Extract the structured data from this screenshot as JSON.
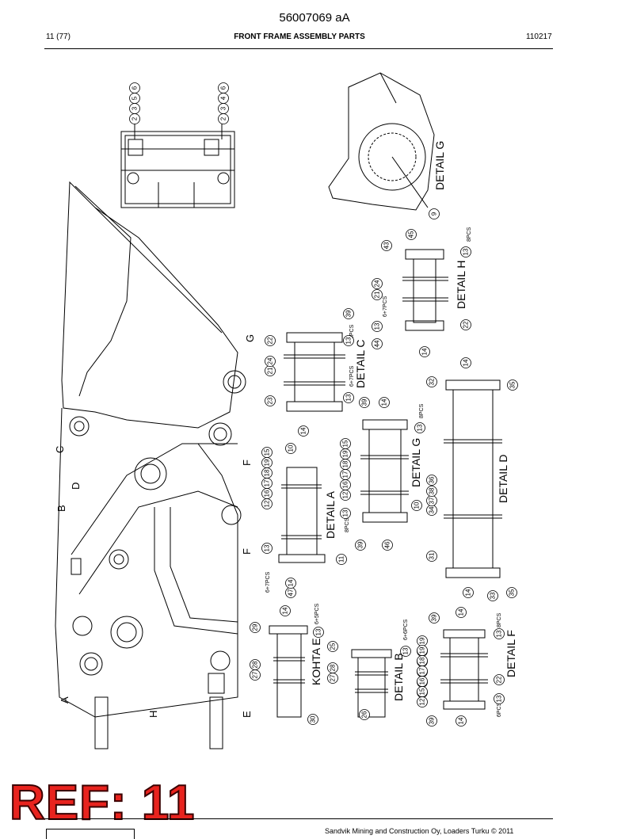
{
  "header": {
    "doc_number": "56007069 aA",
    "page_count": "11 (77)",
    "title": "FRONT FRAME ASSEMBLY PARTS",
    "date_code": "110217"
  },
  "ref_stamp": "REF: 11",
  "footer": {
    "copyright": "Sandvik Mining and Construction Oy, Loaders Turku © 2011"
  },
  "views": {
    "main_letters": [
      "A",
      "B",
      "C",
      "D",
      "E",
      "F",
      "G",
      "H",
      "F"
    ],
    "top_left_callouts": [
      "2",
      "3",
      "5",
      "6"
    ],
    "top_right_callouts": [
      "2",
      "3",
      "4",
      "6"
    ],
    "detail_g_top": {
      "title": "DETAIL G",
      "callouts": [
        "9"
      ]
    },
    "detail_h": {
      "title": "DETAIL H",
      "callouts": [
        "43",
        "45",
        "13",
        "21",
        "24",
        "13",
        "44",
        "22",
        "14"
      ],
      "notes": [
        "8PCS",
        "6+7PCS"
      ]
    },
    "detail_c": {
      "title": "DETAIL C",
      "callouts": [
        "22",
        "39",
        "13",
        "21",
        "24",
        "13",
        "23",
        "14"
      ],
      "notes": [
        "6PCS",
        "6+7PCS"
      ]
    },
    "detail_d": {
      "title": "DETAIL D",
      "callouts": [
        "32",
        "14",
        "35",
        "34",
        "37",
        "38",
        "36",
        "31",
        "14",
        "33",
        "35"
      ]
    },
    "detail_g": {
      "title": "DETAIL G",
      "callouts": [
        "39",
        "14",
        "13",
        "12",
        "16",
        "17",
        "18",
        "19",
        "15",
        "10",
        "13",
        "39",
        "46"
      ],
      "notes": [
        "8PCS",
        "8PCS"
      ]
    },
    "detail_a": {
      "title": "DETAIL A",
      "callouts": [
        "10",
        "12",
        "16",
        "17",
        "18",
        "19",
        "15",
        "13",
        "11",
        "47",
        "14"
      ],
      "notes": [
        "6+7PCS"
      ]
    },
    "detail_e": {
      "title": "KOHTA E",
      "callouts": [
        "29",
        "14",
        "13",
        "27",
        "28",
        "30"
      ],
      "notes": [
        "6+5PCS"
      ]
    },
    "detail_b": {
      "title": "DETAIL B",
      "callouts": [
        "25",
        "13",
        "12",
        "15",
        "16",
        "17",
        "18",
        "19",
        "27",
        "28",
        "26"
      ],
      "notes": [
        "6+6PCS"
      ]
    },
    "detail_f": {
      "title": "DETAIL F",
      "callouts": [
        "39",
        "14",
        "13",
        "12",
        "15",
        "16",
        "17",
        "18",
        "19",
        "22",
        "13",
        "14",
        "39"
      ],
      "notes": [
        "8PCS",
        "6PCS"
      ]
    }
  }
}
